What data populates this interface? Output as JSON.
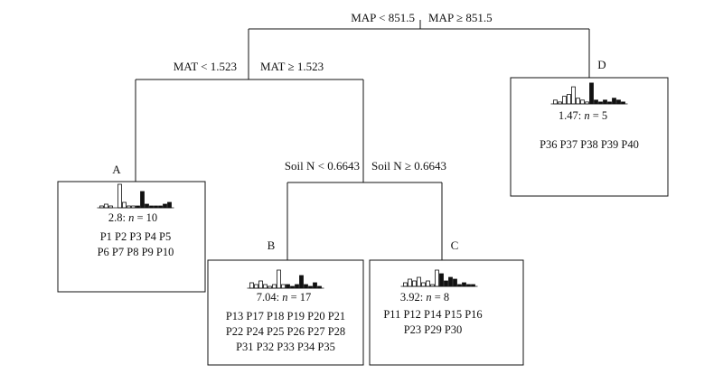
{
  "splits": {
    "root": {
      "left": "MAP < 851.5",
      "right": "MAP ≥ 851.5"
    },
    "mat": {
      "left": "MAT < 1.523",
      "right": "MAT ≥ 1.523"
    },
    "soiln": {
      "left": "Soil N < 0.6643",
      "right": "Soil N ≥ 0.6643"
    }
  },
  "leaves": {
    "A": {
      "label": "A",
      "value": "2.8",
      "n": "10",
      "plots": [
        "P1 P2 P3 P4 P5",
        "P6 P7 P8 P9 P10"
      ],
      "hist": [
        1,
        2,
        1,
        0,
        13,
        3,
        1,
        1,
        1,
        9,
        2,
        1,
        1,
        1,
        2,
        3
      ]
    },
    "B": {
      "label": "B",
      "value": "7.04",
      "n": "17",
      "plots": [
        "P13 P17 P18 P19 P20 P21",
        "P22 P24 P25 P26 P27 P28",
        "P31 P32 P33 P34 P35"
      ],
      "hist": [
        3,
        2,
        4,
        2,
        1,
        2,
        10,
        2,
        2,
        1,
        2,
        7,
        2,
        1,
        3,
        1
      ]
    },
    "C": {
      "label": "C",
      "value": "3.92",
      "n": "8",
      "plots": [
        "P11 P12 P14 P15 P16",
        "P23 P29 P30"
      ],
      "hist": [
        2,
        4,
        3,
        5,
        2,
        3,
        1,
        9,
        7,
        3,
        5,
        4,
        1,
        2,
        1,
        1
      ]
    },
    "D": {
      "label": "D",
      "value": "1.47",
      "n": "5",
      "plots": [
        "P36 P37 P38 P39 P40"
      ],
      "hist": [
        2,
        1,
        4,
        5,
        9,
        3,
        2,
        1,
        11,
        2,
        1,
        2,
        1,
        3,
        2,
        1
      ]
    }
  },
  "n_prefix": "n",
  "stat_sep": ": "
}
